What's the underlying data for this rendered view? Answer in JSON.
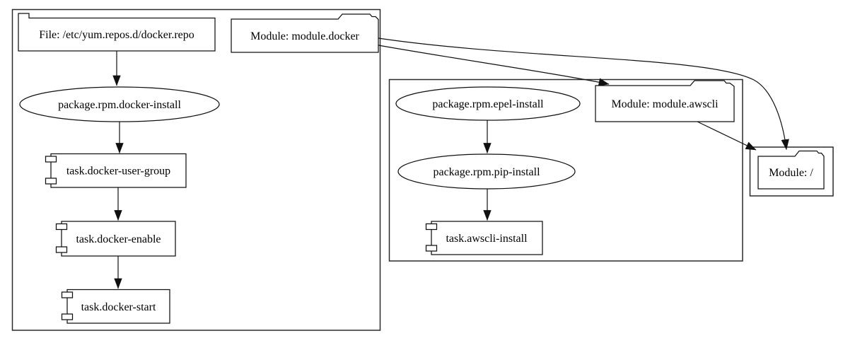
{
  "diagram": {
    "type": "dependency-graph",
    "background_color": "#ffffff",
    "stroke_color": "#101010",
    "text_color": "#000000",
    "nodes": {
      "file_docker_repo": {
        "label": "File: /etc/yum.repos.d/docker.repo",
        "shape": "tab"
      },
      "module_docker": {
        "label": "Module: module.docker",
        "shape": "folder"
      },
      "pkg_docker_install": {
        "label": "package.rpm.docker-install",
        "shape": "ellipse"
      },
      "task_docker_user_group": {
        "label": "task.docker-user-group",
        "shape": "component"
      },
      "task_docker_enable": {
        "label": "task.docker-enable",
        "shape": "component"
      },
      "task_docker_start": {
        "label": "task.docker-start",
        "shape": "component"
      },
      "pkg_epel_install": {
        "label": "package.rpm.epel-install",
        "shape": "ellipse"
      },
      "pkg_pip_install": {
        "label": "package.rpm.pip-install",
        "shape": "ellipse"
      },
      "task_awscli_install": {
        "label": "task.awscli-install",
        "shape": "component"
      },
      "module_awscli": {
        "label": "Module: module.awscli",
        "shape": "folder"
      },
      "module_root": {
        "label": "Module: /",
        "shape": "folder"
      }
    },
    "clusters": [
      {
        "id": "cluster-module-docker",
        "contains": [
          "file_docker_repo",
          "module_docker",
          "pkg_docker_install",
          "task_docker_user_group",
          "task_docker_enable",
          "task_docker_start"
        ]
      },
      {
        "id": "cluster-module-awscli",
        "contains": [
          "pkg_epel_install",
          "pkg_pip_install",
          "task_awscli_install",
          "module_awscli"
        ]
      },
      {
        "id": "cluster-module-root",
        "contains": [
          "module_root"
        ]
      }
    ],
    "edges": [
      {
        "from": "file_docker_repo",
        "to": "pkg_docker_install"
      },
      {
        "from": "pkg_docker_install",
        "to": "task_docker_user_group"
      },
      {
        "from": "task_docker_user_group",
        "to": "task_docker_enable"
      },
      {
        "from": "task_docker_enable",
        "to": "task_docker_start"
      },
      {
        "from": "pkg_epel_install",
        "to": "pkg_pip_install"
      },
      {
        "from": "pkg_pip_install",
        "to": "task_awscli_install"
      },
      {
        "from": "module_docker",
        "to": "module_awscli"
      },
      {
        "from": "module_docker",
        "to": "module_root"
      },
      {
        "from": "module_awscli",
        "to": "module_root"
      }
    ]
  }
}
